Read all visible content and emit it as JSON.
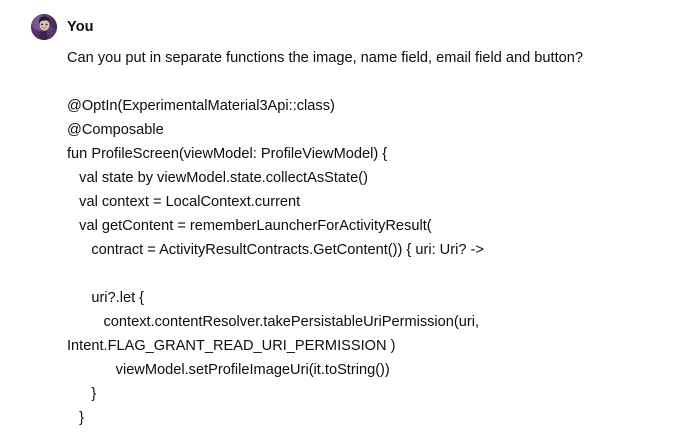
{
  "message": {
    "author": "You",
    "avatar": {
      "icon": "user-avatar-photo",
      "colors": {
        "background": "#4a2b63",
        "highlight": "#b79ac4",
        "skin": "#d8c3b0",
        "hair": "#2b1530",
        "ring": "#6d4a86"
      }
    },
    "prompt": "Can you put in separate functions the image, name field, email field and button?",
    "code_lines": [
      "@OptIn(ExperimentalMaterial3Api::class)",
      "@Composable",
      "fun ProfileScreen(viewModel: ProfileViewModel) {",
      "   val state by viewModel.state.collectAsState()",
      "   val context = LocalContext.current",
      "   val getContent = rememberLauncherForActivityResult(",
      "      contract = ActivityResultContracts.GetContent()) { uri: Uri? ->",
      "",
      "      uri?.let {",
      "         context.contentResolver.takePersistableUriPermission(uri,",
      "Intent.FLAG_GRANT_READ_URI_PERMISSION )",
      "            viewModel.setProfileImageUri(it.toString())",
      "      }",
      "   }"
    ]
  },
  "theme": {
    "page_background": "#ffffff",
    "text_color": "#0d0d0d"
  }
}
